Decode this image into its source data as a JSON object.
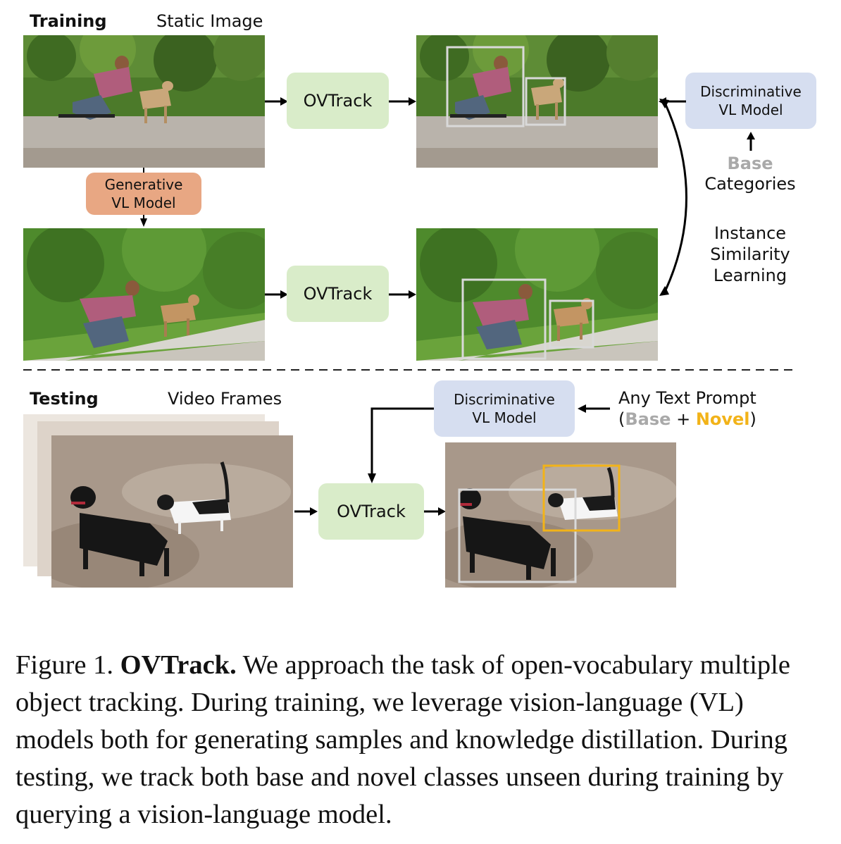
{
  "training": {
    "title": "Training",
    "static_image_label": "Static Image",
    "ovtrack_label": "OVTrack",
    "generative_model": [
      "Generative",
      "VL Model"
    ],
    "discriminative_model": [
      "Discriminative",
      "VL Model"
    ],
    "base_word": "Base",
    "categories_word": "Categories",
    "instance_similarity": [
      "Instance",
      "Similarity",
      "Learning"
    ]
  },
  "testing": {
    "title": "Testing",
    "video_frames_label": "Video Frames",
    "ovtrack_label": "OVTrack",
    "discriminative_model": [
      "Discriminative",
      "VL Model"
    ],
    "prompt_line1": "Any Text Prompt",
    "prompt_open": "(",
    "prompt_base": "Base",
    "prompt_plus": " + ",
    "prompt_novel": "Novel",
    "prompt_close": ")"
  },
  "colors": {
    "ovtrack_box": "#d9ecc9",
    "discriminative_box": "#d6def0",
    "generative_box": "#e8a783",
    "base_text": "#a9a9a9",
    "novel_text": "#f2b319",
    "novel_bbox": "#f2b319",
    "base_bbox": "#d9d9d9"
  },
  "caption": {
    "figure_label": "Figure 1.",
    "bold_title": "OVTrack.",
    "body": "We approach the task of open-vocabulary multiple object tracking. During training, we leverage vision-language (VL) models both for generating samples and knowledge distillation. During testing, we track both base and novel classes unseen during training by querying a vision-language model."
  }
}
